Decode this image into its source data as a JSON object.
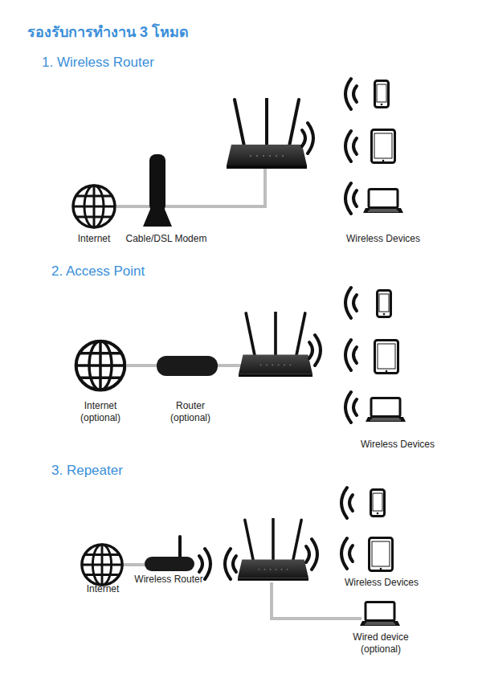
{
  "diagram": {
    "title": "รองรับการทำงาน 3 โหมด",
    "labels": [
      "1. Wireless Router",
      "Internet",
      "Cable/DSL Modem",
      "Wireless Devices",
      "2. Access Point",
      "Internet (optional)",
      "Router (optional)",
      "Wireless Devices",
      "3. Repeater",
      "Internet",
      "Wireless Router",
      "Wireless Devices",
      "Wired device (optional)"
    ]
  }
}
